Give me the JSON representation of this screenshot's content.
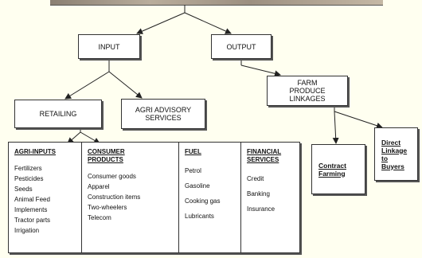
{
  "nodes": {
    "input": "INPUT",
    "output": "OUTPUT",
    "retailing": "RETAILING",
    "agri_advisory": "AGRI ADVISORY SERVICES",
    "farm_produce": "FARM PRODUCE LINKAGES",
    "contract_farming": "Contract Farming",
    "direct_linkage": "Direct Linkage to Buyers"
  },
  "columns": [
    {
      "title": "AGRI-INPUTS",
      "items": [
        "Fertilizers",
        "Pesticides",
        "Seeds",
        "Animal Feed",
        "Implements",
        "Tractor parts",
        "Irrigation"
      ]
    },
    {
      "title": "CONSUMER PRODUCTS",
      "items": [
        "Consumer goods",
        "Apparel",
        "Construction items",
        "Two-wheelers",
        "Telecom"
      ]
    },
    {
      "title": "FUEL",
      "items": [
        "Petrol",
        "Gasoline",
        "Cooking gas",
        "Lubricants"
      ]
    },
    {
      "title": "FINANCIAL SERVICES",
      "items": [
        "Credit",
        "Banking",
        "Insurance"
      ]
    }
  ]
}
